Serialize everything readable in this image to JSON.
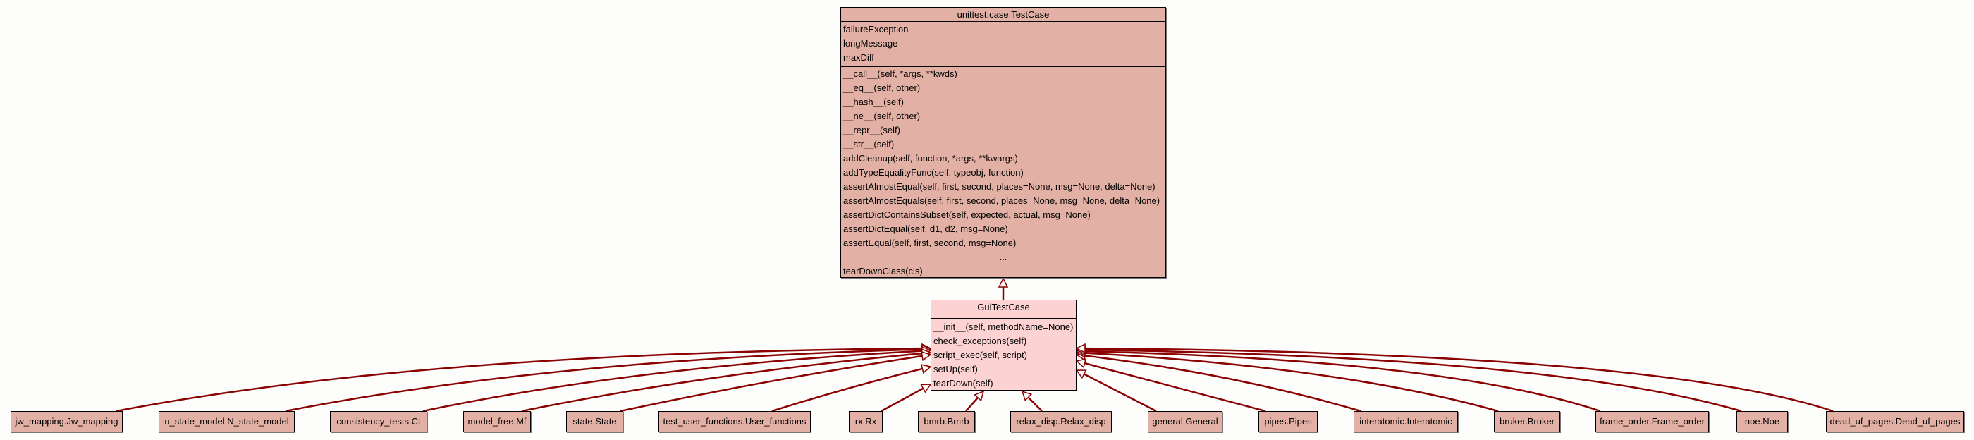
{
  "colors": {
    "edge": "#8b0000",
    "base_class_fill": "#e2b0a4",
    "focus_class_fill": "#fdd2d2",
    "border": "#000000",
    "background": "#fdfefc"
  },
  "base_class": {
    "name": "unittest.case.TestCase",
    "attributes": [
      "failureException",
      "longMessage",
      "maxDiff"
    ],
    "methods": [
      "__call__(self, *args, **kwds)",
      "__eq__(self, other)",
      "__hash__(self)",
      "__ne__(self, other)",
      "__repr__(self)",
      "__str__(self)",
      "addCleanup(self, function, *args, **kwargs)",
      "addTypeEqualityFunc(self, typeobj, function)",
      "assertAlmostEqual(self, first, second, places=None, msg=None, delta=None)",
      "assertAlmostEquals(self, first, second, places=None, msg=None, delta=None)",
      "assertDictContainsSubset(self, expected, actual, msg=None)",
      "assertDictEqual(self, d1, d2, msg=None)",
      "assertEqual(self, first, second, msg=None)"
    ],
    "ellipsis": "...",
    "last_method": "tearDownClass(cls)"
  },
  "focus_class": {
    "name": "GuiTestCase",
    "attributes": [],
    "methods": [
      "__init__(self, methodName=None)",
      "check_exceptions(self)",
      "script_exec(self, script)",
      "setUp(self)",
      "tearDown(self)"
    ]
  },
  "subclasses": [
    "jw_mapping.Jw_mapping",
    "n_state_model.N_state_model",
    "consistency_tests.Ct",
    "model_free.Mf",
    "state.State",
    "test_user_functions.User_functions",
    "rx.Rx",
    "bmrb.Bmrb",
    "relax_disp.Relax_disp",
    "general.General",
    "pipes.Pipes",
    "interatomic.Interatomic",
    "bruker.Bruker",
    "frame_order.Frame_order",
    "noe.Noe",
    "dead_uf_pages.Dead_uf_pages"
  ],
  "relations": {
    "focus_inherits_from": "unittest.case.TestCase",
    "subclasses_inherit_from": "GuiTestCase",
    "type": "inheritance"
  }
}
